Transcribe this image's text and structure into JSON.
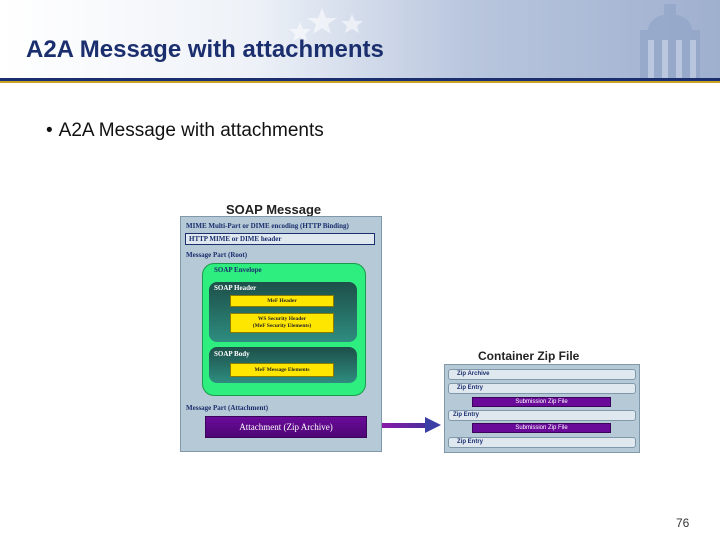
{
  "header": {
    "title": "A2A Message with attachments"
  },
  "content": {
    "bullet": "A2A Message with attachments"
  },
  "soap_diagram": {
    "title": "SOAP Message",
    "mime_label": "MIME Multi-Part or DIME encoding (HTTP Binding)",
    "http_header": "HTTP MIME or DIME header",
    "root_part_label": "Message Part (Root)",
    "envelope_label": "SOAP Envelope",
    "header_label": "SOAP Header",
    "mef_header": "MeF Header",
    "ws_security_line1": "WS Security Header",
    "ws_security_line2": "(MeF Security Elements)",
    "body_label": "SOAP Body",
    "mef_message_elements": "MeF Message Elements",
    "attachment_part_label": "Message Part (Attachment)",
    "attachment": "Attachment (Zip Archive)"
  },
  "zip_diagram": {
    "title": "Container Zip File",
    "zip_archive": "Zip Archive",
    "zip_entry": "Zip Entry",
    "submission_zip_file": "Submission Zip File"
  },
  "footer": {
    "page_number": "76"
  },
  "colors": {
    "title_navy": "#1b2e6e",
    "envelope_green": "#2dee7f",
    "header_teal": "#1d4f49",
    "element_yellow": "#ffe600",
    "attachment_purple": "#6a0a99",
    "diagram_panel": "#b5c9d6"
  }
}
